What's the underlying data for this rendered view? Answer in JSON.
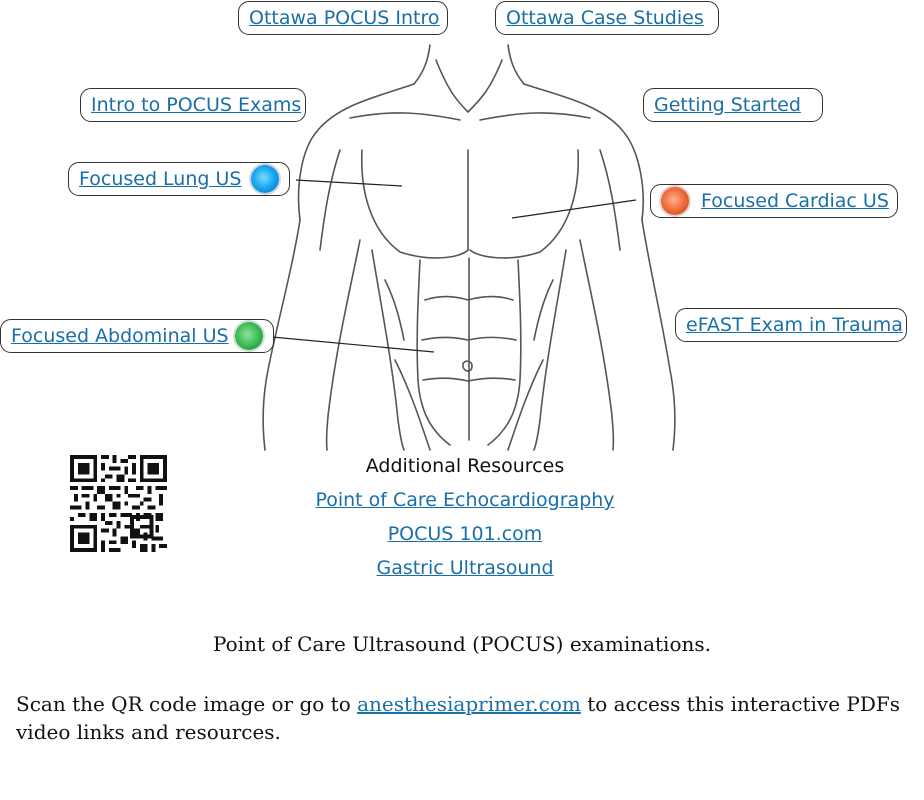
{
  "links": {
    "ottawa_intro": "Ottawa POCUS Intro",
    "ottawa_cases": "Ottawa Case Studies",
    "intro_exams": "Intro to POCUS Exams",
    "getting_started": "Getting Started",
    "lung": "Focused Lung US",
    "cardiac": "Focused Cardiac US",
    "abdominal": "Focused Abdominal US",
    "efast": "eFAST Exam in Trauma"
  },
  "marker_colors": {
    "lung": "#1eaaf0",
    "cardiac": "#f06a3a",
    "abdominal": "#3dbb58"
  },
  "resources": {
    "title": "Additional Resources",
    "items": [
      "Point of Care Echocardiography",
      "POCUS 101.com",
      "Gastric Ultrasound"
    ]
  },
  "caption": "Point of Care Ultrasound (POCUS) examinations.",
  "scan": {
    "before": "Scan the QR code image or go to ",
    "link": "anesthesiaprimer.com",
    "after": " to access this interactive PDFs video links and resources."
  },
  "icons": {
    "qr": "qr-code-icon",
    "torso": "torso-illustration"
  }
}
